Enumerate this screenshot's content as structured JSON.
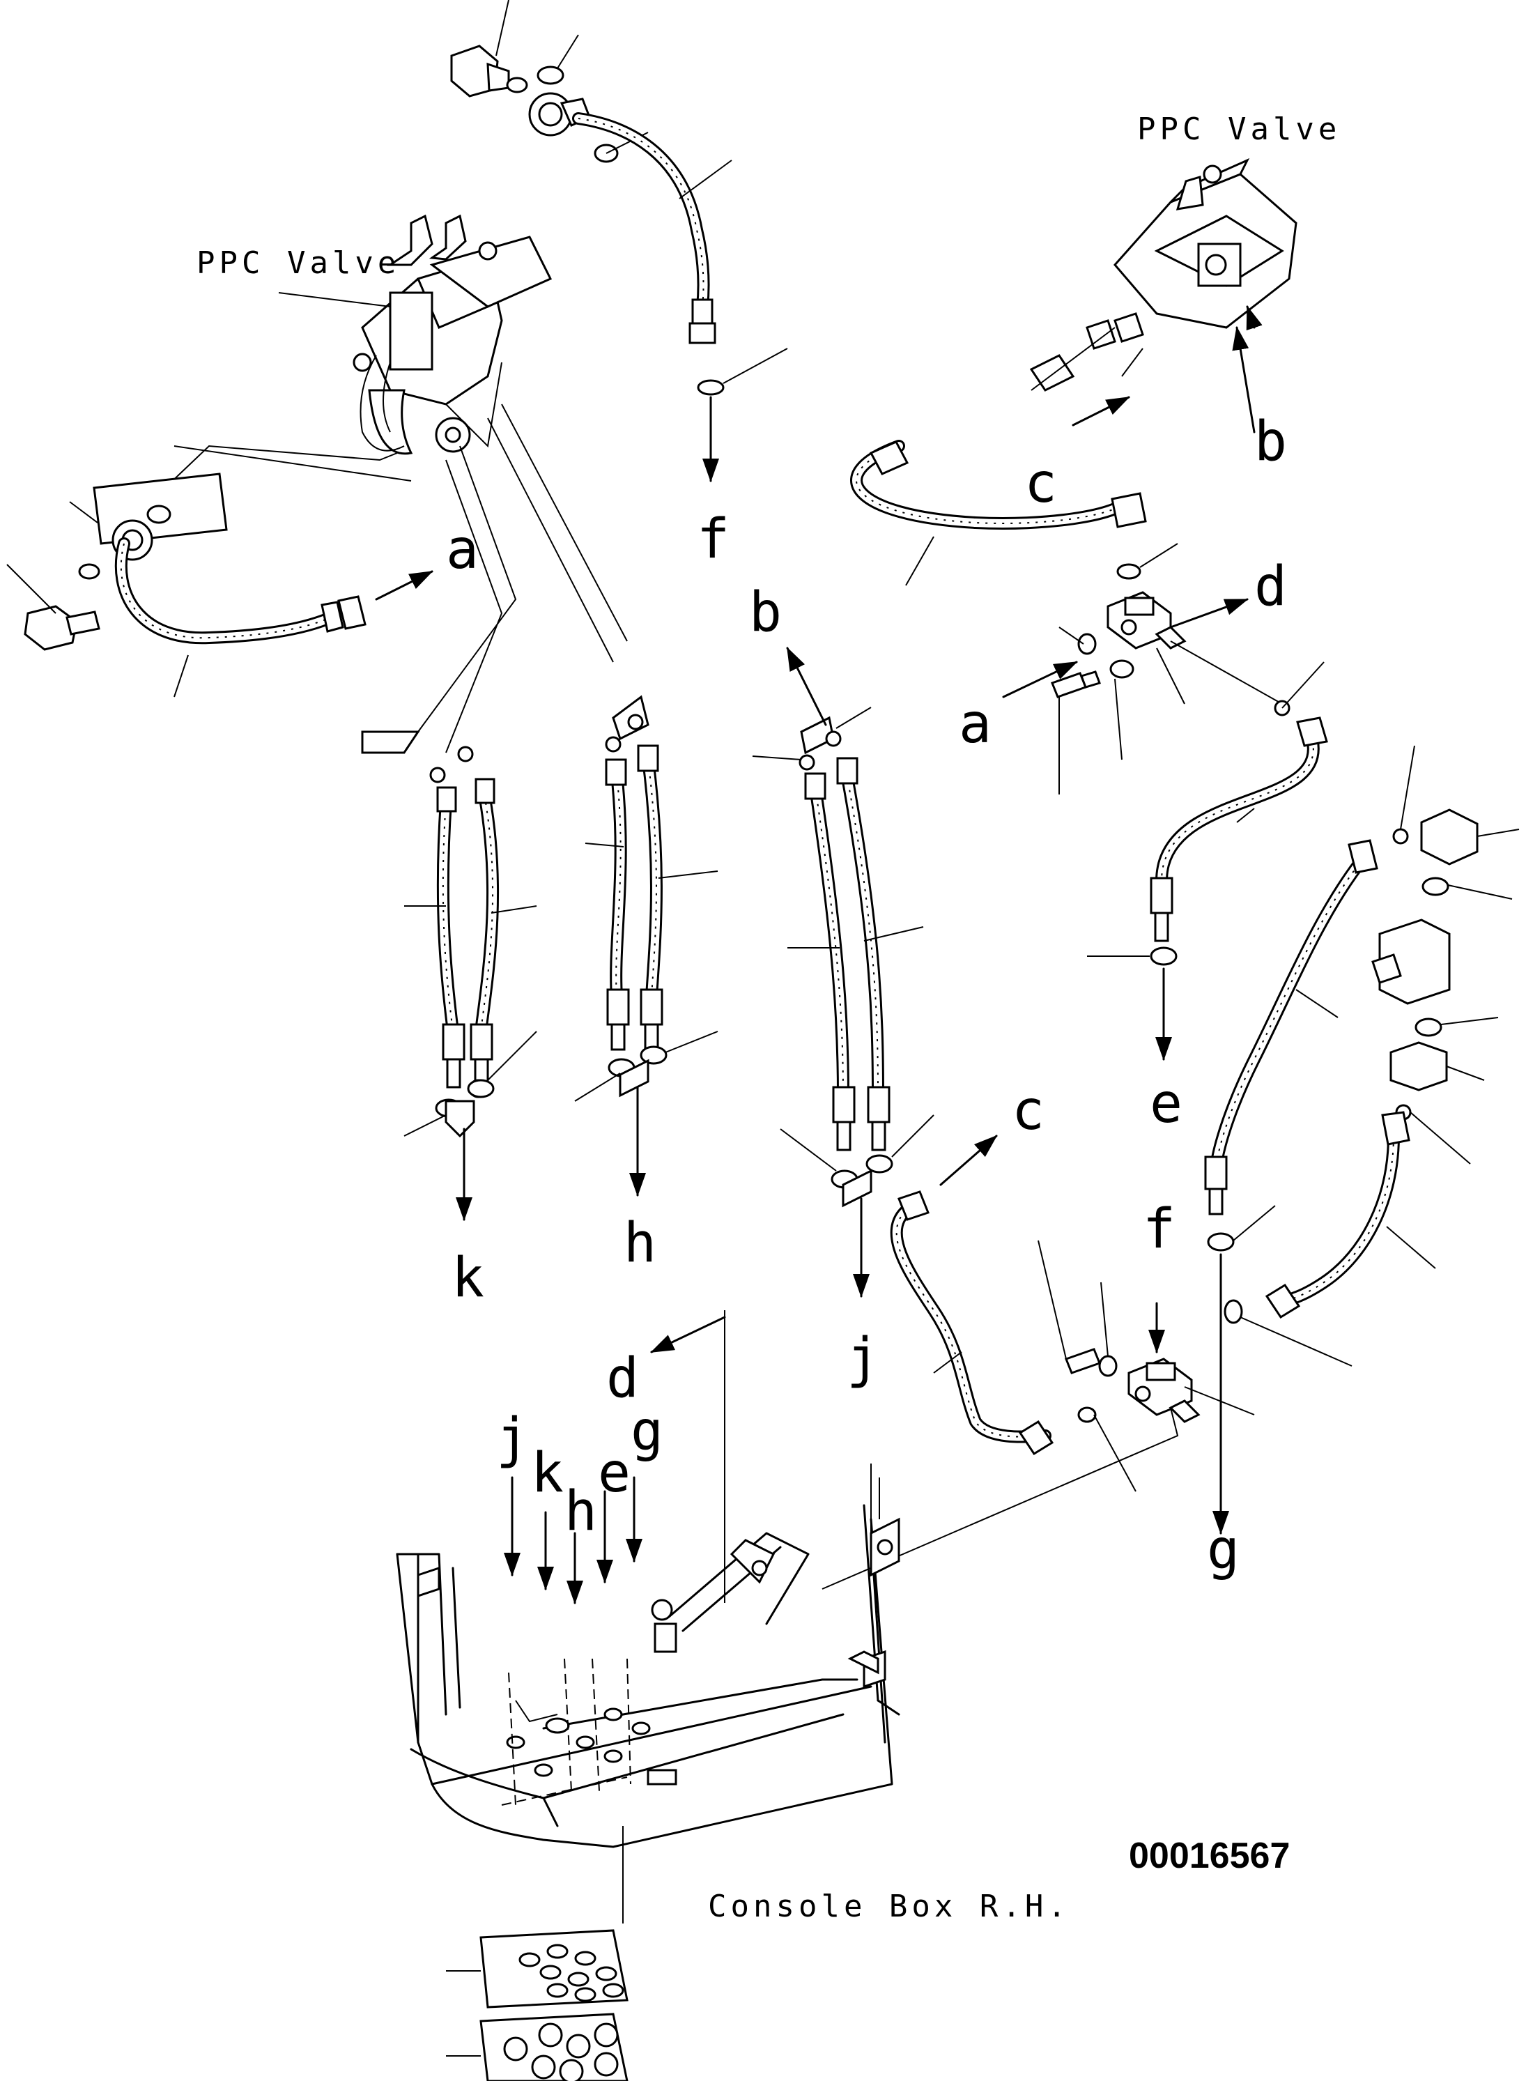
{
  "captions": {
    "ppc_valve_left": "PPC Valve",
    "ppc_valve_right": "PPC Valve",
    "console_box": "Console Box R.H.",
    "drawing_code": "00016567"
  },
  "connection_labels": {
    "a_out": "a",
    "a_in": "a",
    "b_out": "b",
    "b_in": "b",
    "c_out": "c",
    "c_in": "c",
    "d_out": "d",
    "d_in": "d",
    "e_out": "e",
    "e_in": "e",
    "f_out": "f",
    "f_in": "f",
    "g_out": "g",
    "g_in": "g",
    "h_out": "h",
    "h_in": "h",
    "j_out": "j",
    "j_in": "j",
    "k_out": "k",
    "k_in": "k"
  }
}
